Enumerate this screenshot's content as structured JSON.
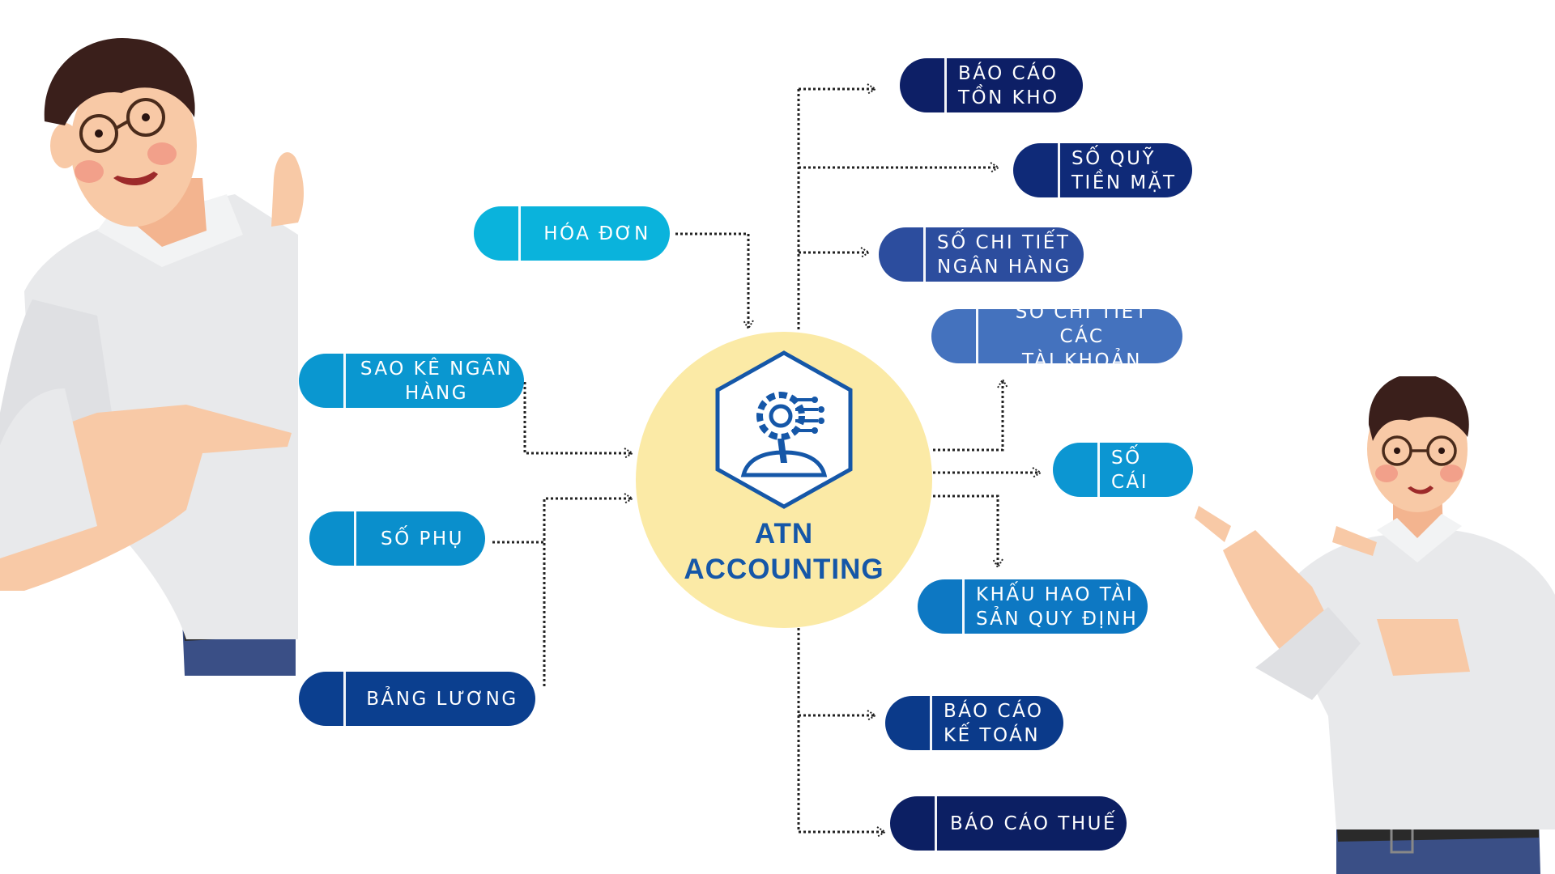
{
  "center": {
    "line1": "ATN",
    "line2": "ACCOUNTING",
    "icon": "gear-circuit-person-icon"
  },
  "inputs": [
    {
      "id": "hoa-don",
      "label": "HÓA ĐƠN",
      "color": "#0ab3dc"
    },
    {
      "id": "sao-ke",
      "label": "SAO KÊ NGÂN\nHÀNG",
      "color": "#0a97d0"
    },
    {
      "id": "so-phu",
      "label": "SỐ PHỤ",
      "color": "#0a8fcc"
    },
    {
      "id": "bang-luong",
      "label": "BẢNG LƯƠNG",
      "color": "#0b3f8f"
    }
  ],
  "outputs": [
    {
      "id": "ton-kho",
      "label": "BÁO CÁO\nTỒN KHO",
      "color": "#0d1f66"
    },
    {
      "id": "quy-tien-mat",
      "label": "SỐ QUỸ\nTIỀN MẶT",
      "color": "#0f2a78"
    },
    {
      "id": "chi-tiet-ngan-hang",
      "label": "SỐ CHI TIẾT\nNGÂN HÀNG",
      "color": "#2c4d9e"
    },
    {
      "id": "chi-tiet-tai-khoan",
      "label": "SỐ CHI TIẾT CÁC\nTÀI KHOẢN",
      "color": "#4472be"
    },
    {
      "id": "so-cai",
      "label": "SỐ CÁI",
      "color": "#0c96d2"
    },
    {
      "id": "khau-hao",
      "label": "KHẤU HAO TÀI\nSẢN QUY ĐỊNH",
      "color": "#0d78c3"
    },
    {
      "id": "bao-cao-ke-toan",
      "label": "BÁO CÁO\nKẾ TOÁN",
      "color": "#0b3a8a"
    },
    {
      "id": "bao-cao-thue",
      "label": "BÁO CÁO THUẾ",
      "color": "#0c1f63"
    }
  ],
  "colors": {
    "center_fill": "#fbeaa6",
    "title": "#1557a8",
    "connector": "#222222",
    "shirt": "#e8e9eb",
    "skin": "#f8c9a6",
    "hair": "#3a1f1b"
  }
}
